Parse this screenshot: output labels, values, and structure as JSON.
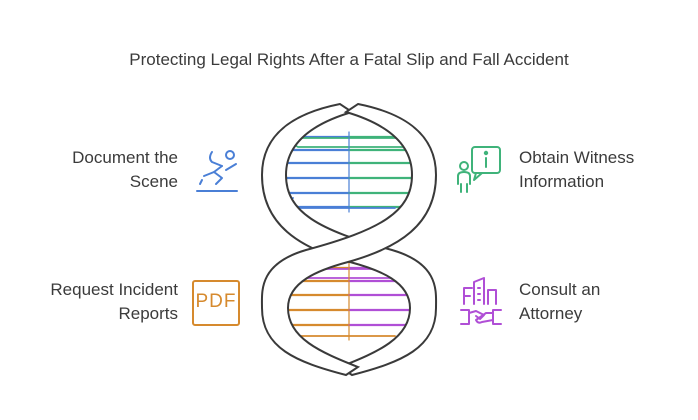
{
  "title": "Protecting Legal Rights After a Fatal Slip and Fall Accident",
  "items": [
    {
      "id": "document",
      "line1": "Document the",
      "line2": "Scene",
      "color": "#4a7fd6",
      "icon": "slip-fall-icon"
    },
    {
      "id": "witness",
      "line1": "Obtain Witness",
      "line2": "Information",
      "color": "#3fb37a",
      "icon": "witness-info-icon"
    },
    {
      "id": "request",
      "line1": "Request Incident",
      "line2": "Reports",
      "color": "#d68a2e",
      "icon": "pdf-document-icon",
      "icon_text": "PDF"
    },
    {
      "id": "attorney",
      "line1": "Consult an",
      "line2": "Attorney",
      "color": "#b04fd6",
      "icon": "handshake-building-icon"
    }
  ],
  "colors": {
    "strand": "#3a3a3a",
    "text": "#3b3b3b"
  }
}
